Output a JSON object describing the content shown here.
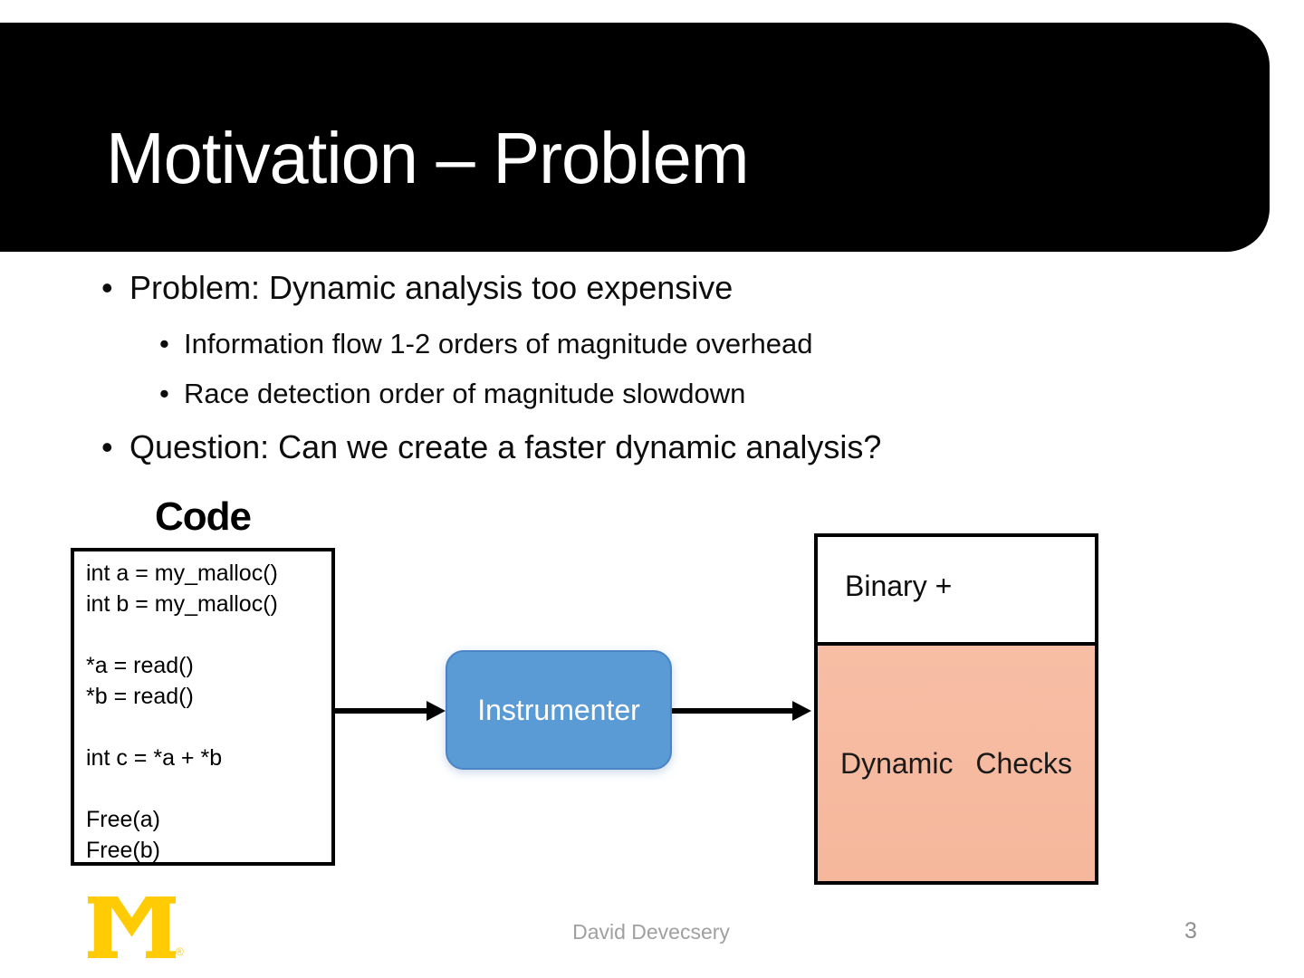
{
  "slide": {
    "title": "Motivation – Problem",
    "bullets": [
      {
        "level": 1,
        "text": "Problem: Dynamic analysis too expensive"
      },
      {
        "level": 2,
        "text": "Information flow 1-2 orders of magnitude overhead"
      },
      {
        "level": 2,
        "text": "Race detection order of magnitude slowdown"
      },
      {
        "level": 1,
        "text": "Question: Can we create a faster dynamic analysis?"
      }
    ]
  },
  "diagram": {
    "code_label": "Code",
    "code_lines": "int a = my_malloc()\nint b = my_malloc()\n\n*a = read()\n*b = read()\n\nint c = *a + *b\n\nFree(a)\nFree(b)",
    "instrumenter_label": "Instrumenter",
    "output_box": {
      "top_label": "Binary +",
      "bottom_label": "Dynamic Checks"
    }
  },
  "footer": {
    "author": "David Devecsery",
    "page_number": "3",
    "logo": "university-of-michigan-block-m-icon",
    "registered_mark": "®"
  },
  "colors": {
    "banner_bg": "#000000",
    "title_text": "#ffffff",
    "instrumenter_fill": "#5b9bd5",
    "instrumenter_border": "#4a84c4",
    "dynamic_checks_fill": "#f6b99f",
    "diagram_border": "#000000",
    "footer_text": "#a0a0a0",
    "logo_maize": "#ffcb05"
  }
}
